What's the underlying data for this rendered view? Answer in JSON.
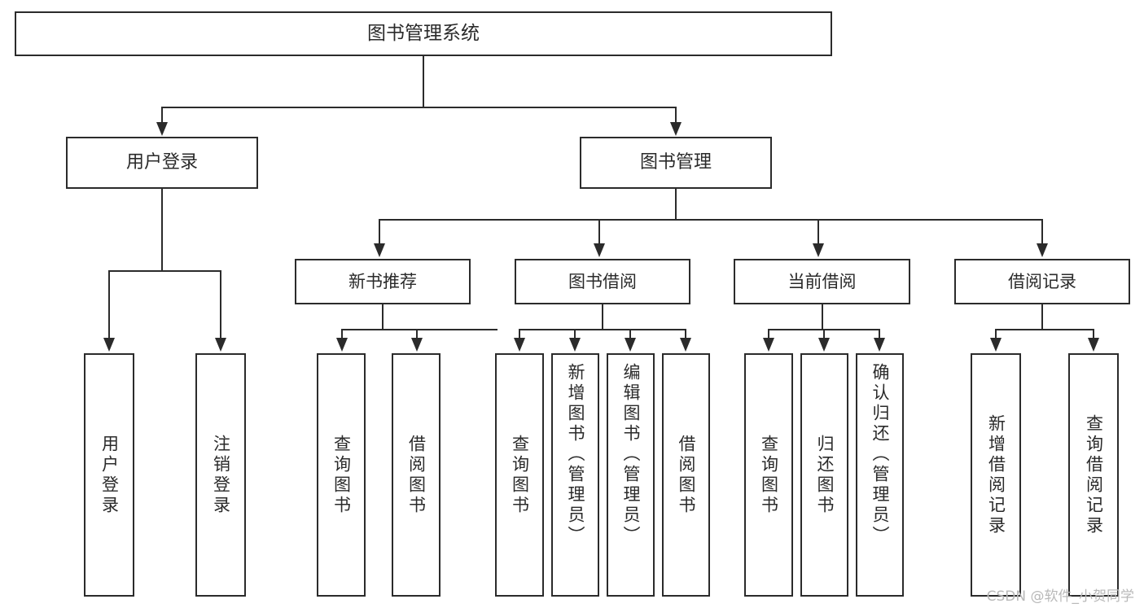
{
  "diagram": {
    "type": "tree",
    "title": "图书管理系统",
    "root": {
      "label": "图书管理系统"
    },
    "level2": [
      {
        "label": "用户登录"
      },
      {
        "label": "图书管理"
      }
    ],
    "level3": [
      {
        "label": "新书推荐"
      },
      {
        "label": "图书借阅"
      },
      {
        "label": "当前借阅"
      },
      {
        "label": "借阅记录"
      }
    ],
    "leaves": {
      "user_login": [
        {
          "label": "用户登录"
        },
        {
          "label": "注销登录"
        }
      ],
      "new_book_recommend": [
        {
          "label": "查询图书"
        },
        {
          "label": "借阅图书"
        }
      ],
      "book_borrow": [
        {
          "label": "查询图书"
        },
        {
          "label": "新增图书（管理员）"
        },
        {
          "label": "编辑图书（管理员）"
        },
        {
          "label": "借阅图书"
        }
      ],
      "current_borrow": [
        {
          "label": "查询图书"
        },
        {
          "label": "归还图书"
        },
        {
          "label": "确认归还（管理员）"
        }
      ],
      "borrow_record": [
        {
          "label": "新增借阅记录"
        },
        {
          "label": "查询借阅记录"
        }
      ]
    }
  },
  "watermark": {
    "text": "CSDN @软件_小贺同学"
  },
  "colors": {
    "border": "#2b2b2b",
    "background": "#ffffff",
    "text": "#2a2a2a",
    "watermark": "#b9b9b9"
  }
}
